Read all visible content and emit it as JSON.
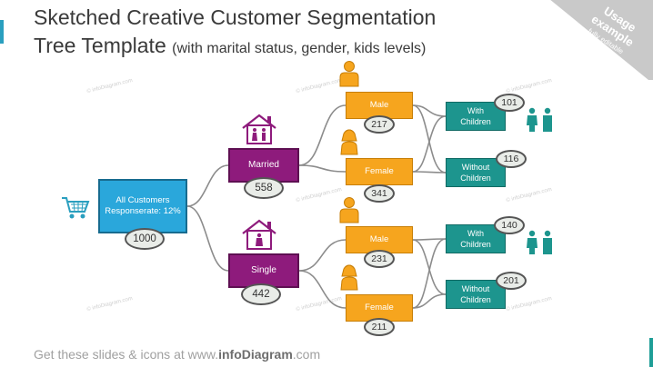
{
  "title": {
    "main_line1": "Sketched Creative Customer Segmentation",
    "main_line2": "Tree Template",
    "subtitle": "(with marital status, gender, kids levels)"
  },
  "badge": {
    "line1": "Usage",
    "line2": "example",
    "line3": "fully editable"
  },
  "watermark": "© infoDiagram.com",
  "root": {
    "label": "All Customers",
    "sublabel": "Responserate: 12%",
    "count": "1000"
  },
  "marital": [
    {
      "label": "Married",
      "count": "558"
    },
    {
      "label": "Single",
      "count": "442"
    }
  ],
  "gender": [
    {
      "label": "Male",
      "count": "217"
    },
    {
      "label": "Female",
      "count": "341"
    },
    {
      "label": "Male",
      "count": "231"
    },
    {
      "label": "Female",
      "count": "211"
    }
  ],
  "kids": [
    {
      "line1": "With",
      "line2": "Children",
      "count": "101"
    },
    {
      "line1": "Without",
      "line2": "Children",
      "count": "116"
    },
    {
      "line1": "With",
      "line2": "Children",
      "count": "140"
    },
    {
      "line1": "Without",
      "line2": "Children",
      "count": "201"
    }
  ],
  "footer": {
    "prefix": "Get these slides & icons at www.",
    "brand": "infoDiagram",
    "suffix": ".com"
  },
  "colors": {
    "root": "#2aa7db",
    "marital": "#8e1b7c",
    "gender": "#f6a51e",
    "kids": "#1d958e",
    "connector": "#8c8c8c",
    "accent": "#2a9fbf"
  },
  "icons": [
    "shopping-cart-icon",
    "house-couple-icon",
    "house-person-icon",
    "man-icon",
    "woman-icon",
    "family-icon"
  ]
}
